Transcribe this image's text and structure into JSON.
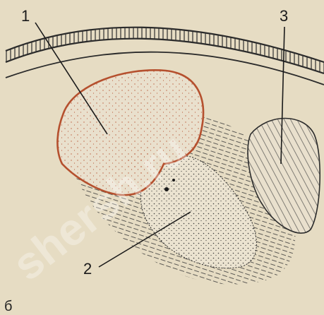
{
  "labels": {
    "one": "1",
    "two": "2",
    "three": "3",
    "panel": "б"
  },
  "watermark": "shersh.ru",
  "colors": {
    "background": "#e6dcc3",
    "lesion_outline": "#b5502e",
    "lesion_fill": "#e9e0cd",
    "ink": "#2b2b2b",
    "watermark": "#ffffff"
  }
}
